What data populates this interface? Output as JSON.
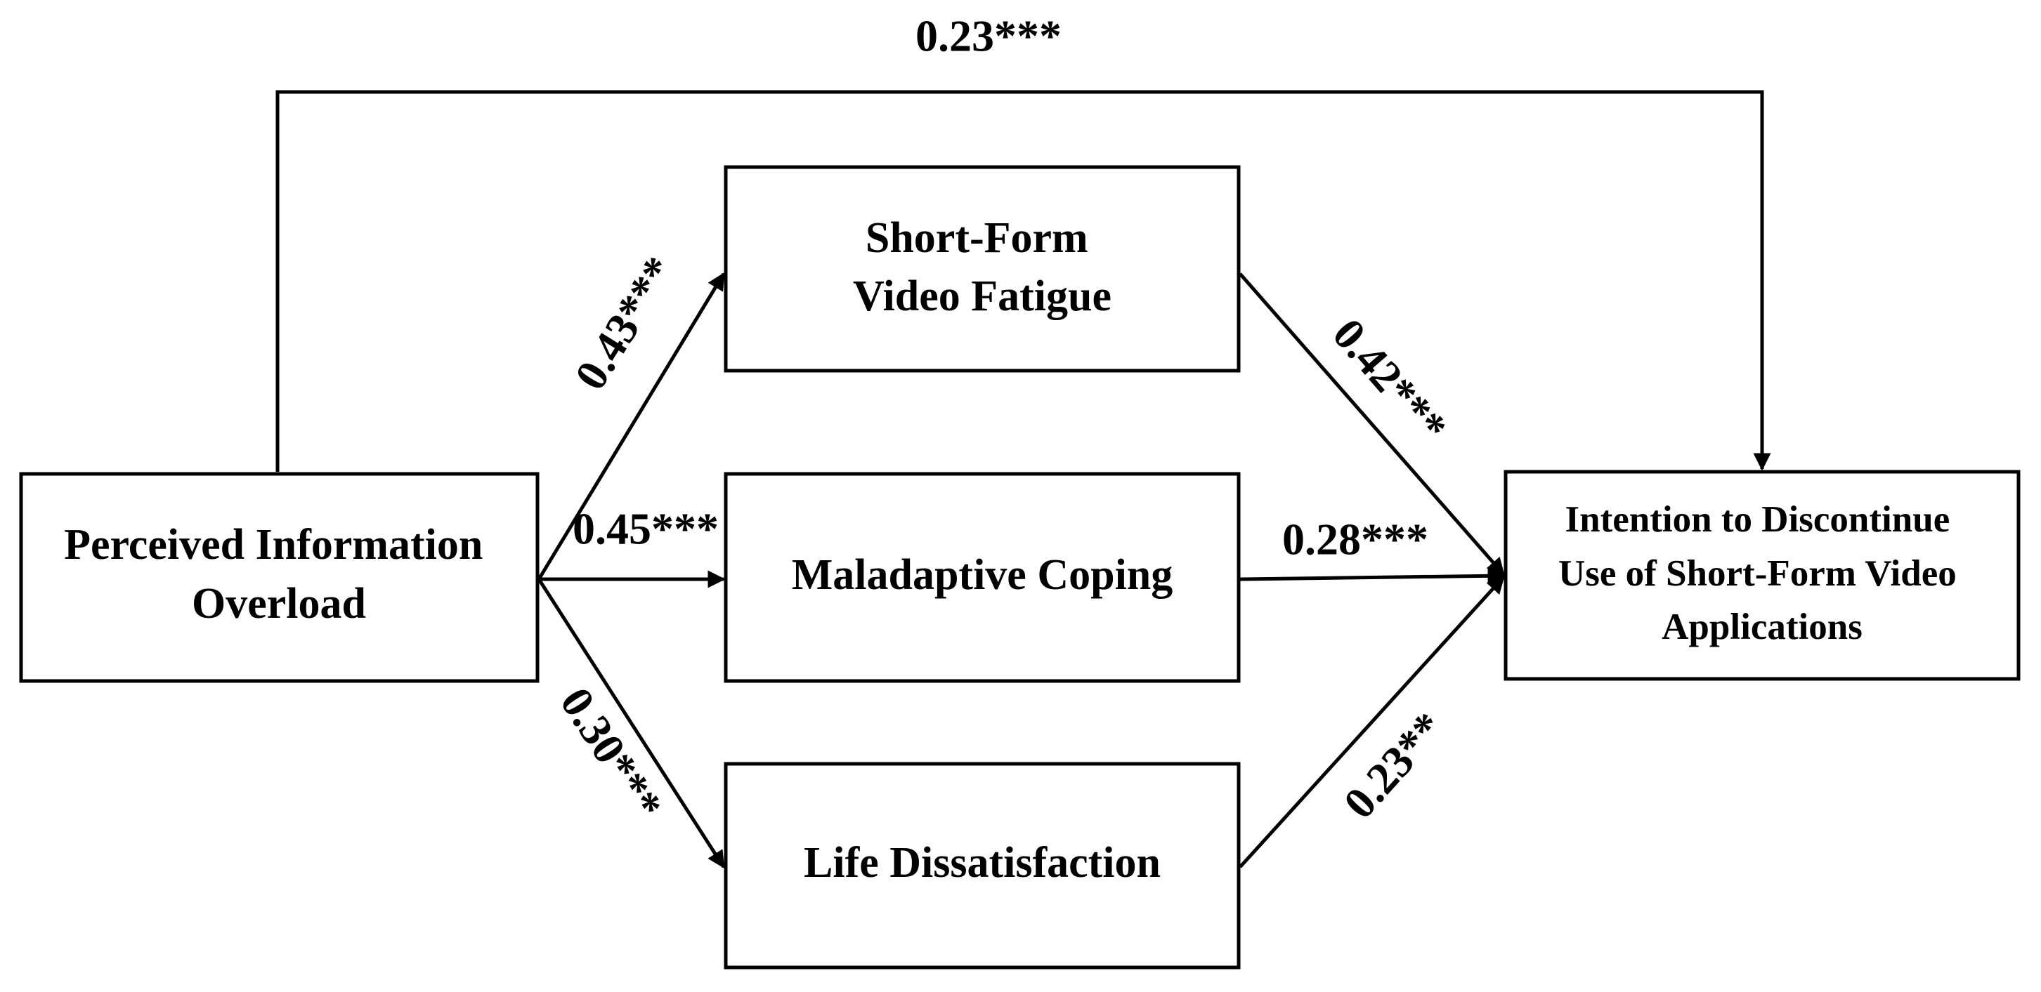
{
  "nodes": {
    "perceived_overload": {
      "lines": [
        "Perceived Information",
        "Overload"
      ]
    },
    "video_fatigue": {
      "lines": [
        "Short-Form",
        "Video Fatigue"
      ]
    },
    "maladaptive_coping": {
      "lines": [
        "Maladaptive Coping"
      ]
    },
    "life_dissatisfaction": {
      "lines": [
        "Life Dissatisfaction"
      ]
    },
    "discontinue_intention": {
      "lines": [
        "Intention to Discontinue",
        "Use of Short-Form Video",
        "Applications"
      ]
    }
  },
  "paths": {
    "direct_effect": "0.23***",
    "overload_to_fatigue": "0.43***",
    "overload_to_coping": "0.45***",
    "overload_to_dissatisfaction": "0.30***",
    "fatigue_to_intention": "0.42***",
    "coping_to_intention": "0.28***",
    "dissatisfaction_to_intention": "0.23**"
  },
  "colors": {
    "stroke": "#000000",
    "background": "#ffffff"
  }
}
